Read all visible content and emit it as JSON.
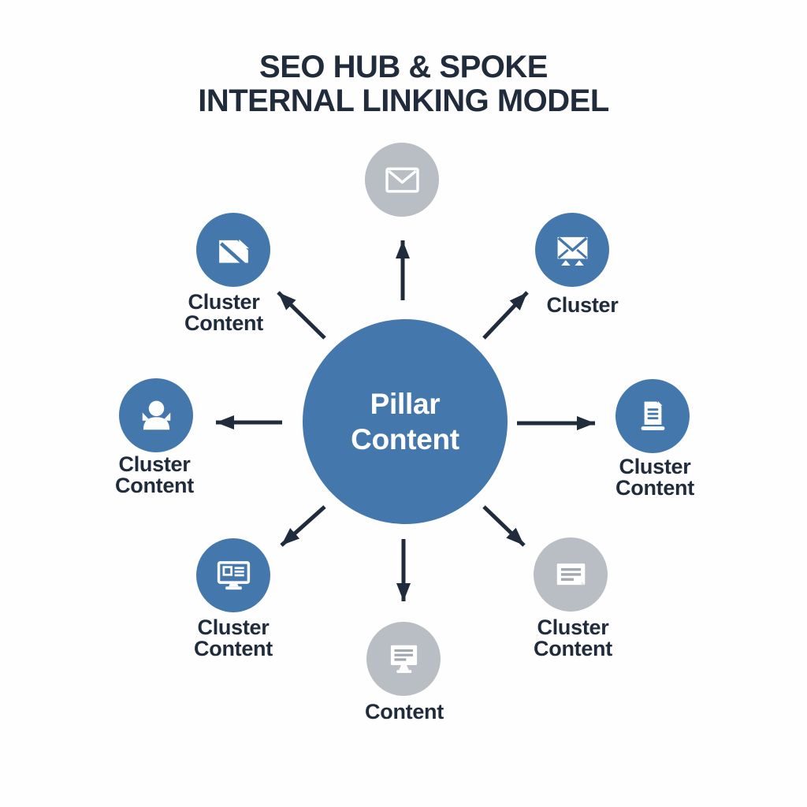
{
  "title": {
    "text": "SEO HUB & SPOKE\nINTERNAL LINKING MODEL"
  },
  "colors": {
    "blue": "#4478ad",
    "gray": "#b9bdc4",
    "ink": "#202c3c",
    "icongray": "#a2a8b0"
  },
  "hub": {
    "label": "Pillar\nContent",
    "icon": "none"
  },
  "nodes": [
    {
      "position": "top",
      "icon": "envelope-outline-icon",
      "variant": "gray",
      "label": ""
    },
    {
      "position": "top-left",
      "icon": "torn-page-icon",
      "variant": "blue",
      "label": "Cluster\nContent"
    },
    {
      "position": "top-right",
      "icon": "envelope-stand-icon",
      "variant": "blue",
      "label": "Cluster"
    },
    {
      "position": "left",
      "icon": "person-icon",
      "variant": "blue",
      "label": "Cluster\nContent"
    },
    {
      "position": "right",
      "icon": "document-stand-icon",
      "variant": "blue",
      "label": "Cluster\nContent"
    },
    {
      "position": "bottom-left",
      "icon": "monitor-outline-icon",
      "variant": "blue",
      "label": "Cluster\nContent"
    },
    {
      "position": "bottom-right",
      "icon": "note-lines-icon",
      "variant": "gray",
      "label": "Cluster\nContent"
    },
    {
      "position": "bottom",
      "icon": "monitor-filled-icon",
      "variant": "gray",
      "label": "Content"
    }
  ],
  "connections": [
    "hub-to-top",
    "hub-to-top-left",
    "hub-to-top-right",
    "hub-to-left",
    "hub-to-right",
    "hub-to-bottom-left",
    "hub-to-bottom-right",
    "hub-to-bottom"
  ]
}
